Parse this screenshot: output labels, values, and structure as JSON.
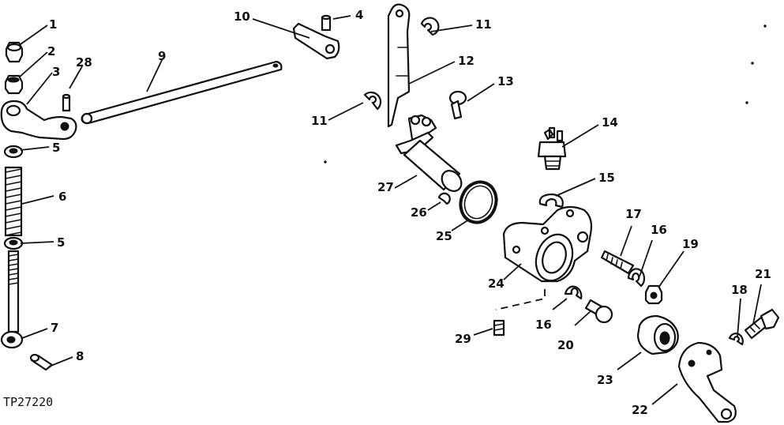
{
  "figure_id": "TP27220",
  "callouts": {
    "c1": "1",
    "c2": "2",
    "c3": "3",
    "c4": "4",
    "c5a": "5",
    "c5b": "5",
    "c6": "6",
    "c7": "7",
    "c8": "8",
    "c9": "9",
    "c10": "10",
    "c11a": "11",
    "c11b": "11",
    "c12": "12",
    "c13": "13",
    "c14": "14",
    "c15": "15",
    "c16a": "16",
    "c16b": "16",
    "c17": "17",
    "c18": "18",
    "c19": "19",
    "c20": "20",
    "c21": "21",
    "c22": "22",
    "c23": "23",
    "c24": "24",
    "c25": "25",
    "c26": "26",
    "c27": "27",
    "c28": "28",
    "c29": "29"
  }
}
